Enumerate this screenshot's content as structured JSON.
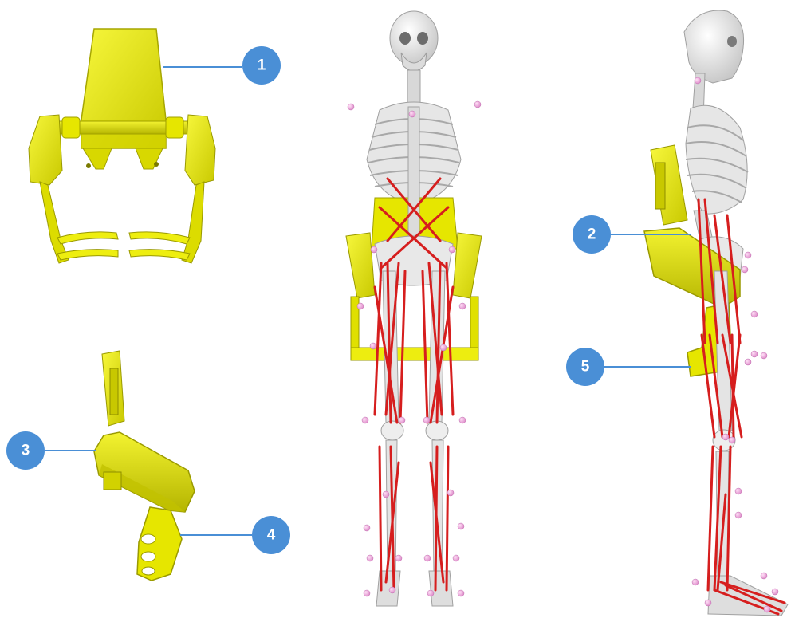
{
  "colors": {
    "device_yellow": "#e6e600",
    "device_shadow": "#a8a800",
    "device_highlight": "#f6f63a",
    "bone": "#ececec",
    "bone_shadow": "#b9b9b9",
    "muscle": "#d61e1e",
    "marker": "#f0a8e0",
    "callout_fill": "#4a8fd6",
    "callout_line": "#4a8fd6"
  },
  "callouts": [
    {
      "id": "callout-1",
      "label": "1",
      "target": "back-plate-top-view"
    },
    {
      "id": "callout-2",
      "label": "2",
      "target": "hip-module-side-view"
    },
    {
      "id": "callout-3",
      "label": "3",
      "target": "hip-module-isometric-view"
    },
    {
      "id": "callout-4",
      "label": "4",
      "target": "thigh-strap-isometric-view"
    },
    {
      "id": "callout-5",
      "label": "5",
      "target": "thigh-strap-side-view"
    }
  ],
  "views": {
    "device_top": {
      "icon": "exoskeleton-device-top-view"
    },
    "device_iso": {
      "icon": "exoskeleton-device-isometric-view"
    },
    "skeleton_front": {
      "icon": "musculoskeletal-model-front-view"
    },
    "skeleton_side": {
      "icon": "musculoskeletal-model-side-view"
    }
  }
}
